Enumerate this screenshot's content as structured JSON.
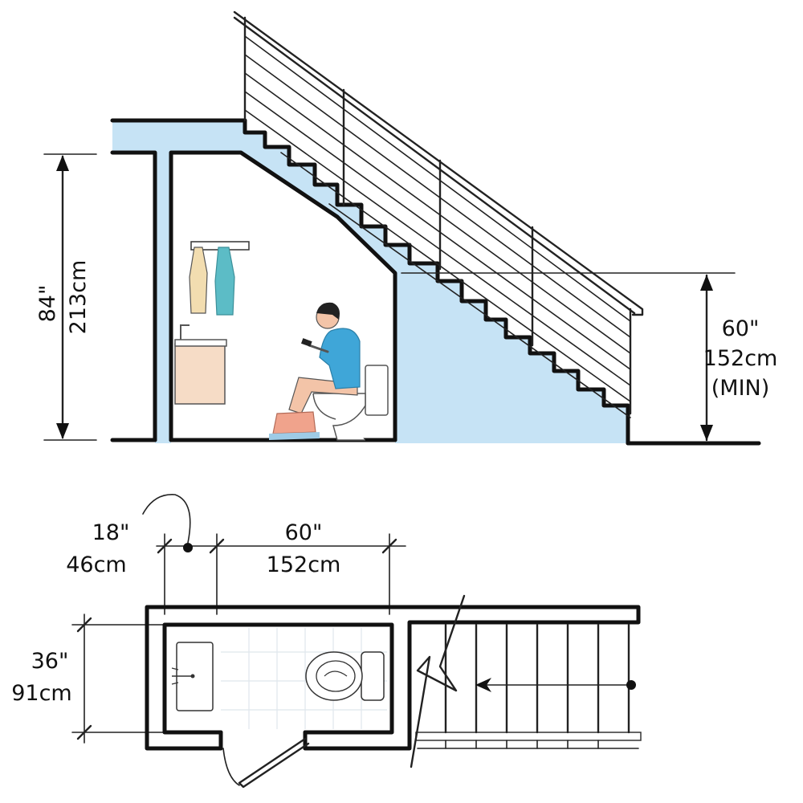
{
  "section": {
    "left_height": {
      "imperial": "84\"",
      "metric": "213cm"
    },
    "right_height": {
      "imperial": "60\"",
      "metric": "152cm",
      "note": "(MIN)"
    }
  },
  "plan": {
    "sink_width": {
      "imperial": "18\"",
      "metric": "46cm"
    },
    "room_length": {
      "imperial": "60\"",
      "metric": "152cm"
    },
    "room_depth": {
      "imperial": "36\"",
      "metric": "91cm"
    }
  },
  "colors": {
    "wall_fill": "#c6e3f5",
    "sink_cabinet": "#f6dcc6",
    "shirt": "#3fa6d8",
    "towel_yellow": "#f2ddb0",
    "towel_teal": "#5cbcc6",
    "rug": "#f0a38c"
  }
}
